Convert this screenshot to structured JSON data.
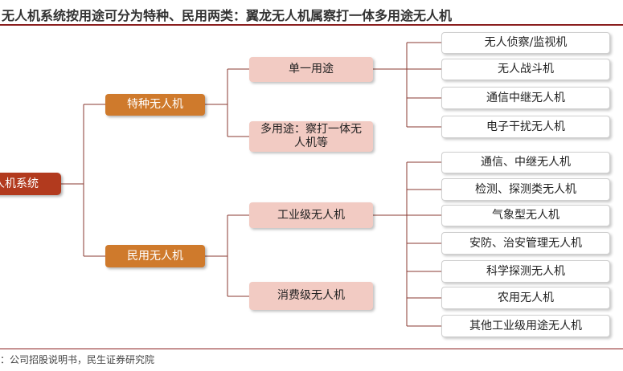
{
  "title": "无人机系统按用途可分为特种、民用两类：翼龙无人机属察打一体多用途无人机",
  "source": "：公司招股说明书，民生证券研究院",
  "colors": {
    "accent": "#8a1e1e",
    "root": "#b23a1e",
    "level1": "#cf7a2c",
    "level2": "#f2cbc3",
    "connector": "#8a3a30"
  },
  "tree": {
    "root": "人机系统",
    "special": {
      "label": "特种无人机",
      "single": {
        "label": "单一用途",
        "items": [
          "无人侦察/监视机",
          "无人战斗机",
          "通信中继无人机",
          "电子干扰无人机"
        ]
      },
      "multi": {
        "label": "多用途：察打一体无人机等"
      }
    },
    "civil": {
      "label": "民用无人机",
      "industrial": {
        "label": "工业级无人机",
        "items": [
          "通信、中继无人机",
          "检测、探测类无人机",
          "气象型无人机",
          "安防、治安管理无人机",
          "科学探测无人机",
          "农用无人机",
          "其他工业级用途无人机"
        ]
      },
      "consumer": {
        "label": "消费级无人机"
      }
    }
  }
}
